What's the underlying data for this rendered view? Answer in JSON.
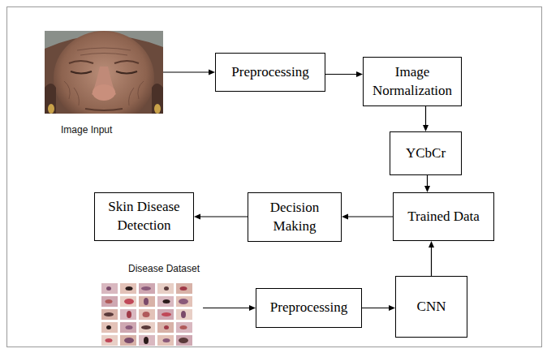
{
  "diagram": {
    "nodes": [
      {
        "text": [
          "Image Input"
        ]
      },
      {
        "text": [
          "Preprocessing"
        ]
      },
      {
        "text": [
          "Image Normalization"
        ]
      },
      {
        "text": [
          "YCbCr"
        ]
      },
      {
        "text": [
          "Trained Data"
        ]
      },
      {
        "text": [
          "Decision Making"
        ]
      },
      {
        "text": [
          "Skin Disease Detection"
        ]
      },
      {
        "text": [
          "Disease Dataset"
        ]
      },
      {
        "text": [
          "Preprocessing"
        ]
      },
      {
        "text": [
          "CNN"
        ]
      }
    ],
    "edges": [
      {
        "from": 0,
        "to": 1,
        "arrow": "to"
      },
      {
        "from": 1,
        "to": 2,
        "arrow": "to"
      },
      {
        "from": 2,
        "to": 3,
        "arrow": "to"
      },
      {
        "from": 3,
        "to": 4,
        "arrow": "to"
      },
      {
        "from": 4,
        "to": 5,
        "arrow": "to"
      },
      {
        "from": 5,
        "to": 6,
        "arrow": "to"
      },
      {
        "from": 7,
        "to": 8,
        "arrow": "to"
      },
      {
        "from": 8,
        "to": 9,
        "arrow": "to"
      },
      {
        "from": 9,
        "to": 4,
        "arrow": "to"
      }
    ]
  }
}
